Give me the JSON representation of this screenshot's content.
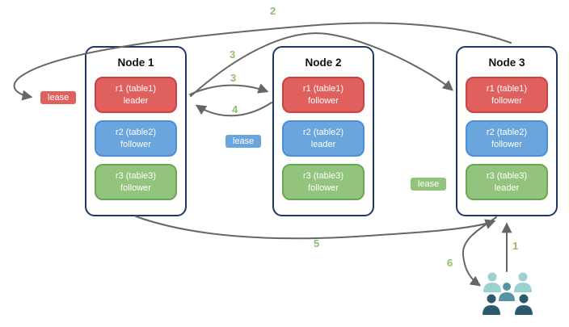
{
  "diagram": {
    "nodes": [
      {
        "title": "Node 1",
        "replicas": [
          {
            "name": "r1 (table1)",
            "role": "leader"
          },
          {
            "name": "r2 (table2)",
            "role": "follower"
          },
          {
            "name": "r3 (table3)",
            "role": "follower"
          }
        ]
      },
      {
        "title": "Node 2",
        "replicas": [
          {
            "name": "r1 (table1)",
            "role": "follower"
          },
          {
            "name": "r2 (table2)",
            "role": "leader"
          },
          {
            "name": "r3 (table3)",
            "role": "follower"
          }
        ]
      },
      {
        "title": "Node 3",
        "replicas": [
          {
            "name": "r1 (table1)",
            "role": "follower"
          },
          {
            "name": "r2 (table2)",
            "role": "follower"
          },
          {
            "name": "r3 (table3)",
            "role": "leader"
          }
        ]
      }
    ],
    "leases": [
      {
        "label": "lease",
        "color": "red"
      },
      {
        "label": "lease",
        "color": "blue"
      },
      {
        "label": "lease",
        "color": "green"
      }
    ],
    "step_labels": [
      {
        "text": "1"
      },
      {
        "text": "2"
      },
      {
        "text": "3"
      },
      {
        "text": "3"
      },
      {
        "text": "4"
      },
      {
        "text": "5"
      },
      {
        "text": "6"
      }
    ],
    "icons": {
      "users": "users-group-icon"
    },
    "colors": {
      "red_fill": "#e0605e",
      "red_border": "#c94442",
      "blue_fill": "#6aa5dd",
      "blue_border": "#4a90d9",
      "green_fill": "#93c47d",
      "green_border": "#6aa84f",
      "node_border": "#1f3864",
      "arrow": "#666666",
      "step_label": "#8fbe72",
      "users_light": "#9bd1d1",
      "users_mid": "#5793a3",
      "users_dark": "#2b5a6e"
    }
  }
}
